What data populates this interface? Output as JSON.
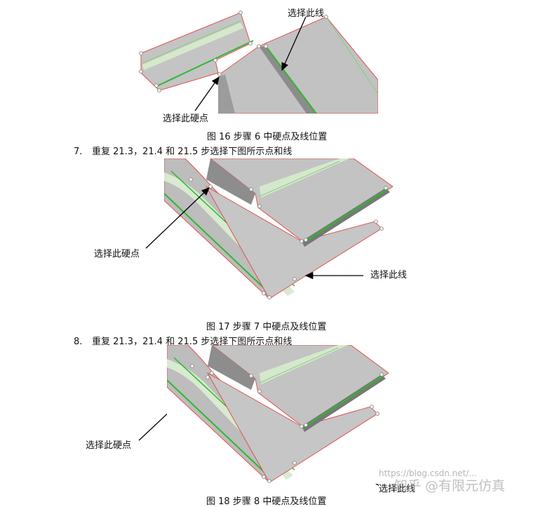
{
  "figures": [
    {
      "caption": "图 16  步骤 6 中硬点及线位置",
      "label_line": "选择此线",
      "label_point": "选择此硬点"
    },
    {
      "step_number": "7.",
      "step_text": "重复 21.3，21.4 和 21.5 步选择下图所示点和线",
      "caption": "图 17  步骤 7 中硬点及线位置",
      "label_point": "选择此硬点",
      "label_line": "选择此线"
    },
    {
      "step_number": "8.",
      "step_text": "重复 21.3，21.4 和 21.5 步选择下图所示点和线",
      "caption": "图 18  步骤 8 中硬点及线位置",
      "label_point": "选择此硬点",
      "label_line": "选择此线"
    }
  ],
  "watermark": {
    "brand": "知乎 @有限元仿真",
    "url": "https://blog.csdn.net/..."
  },
  "colors": {
    "surface": "#c3c3c3",
    "surface_dark": "#8f8f8f",
    "edge_red": "#e05050",
    "line_green": "#2db82d",
    "strip_light": "#d8ecd0"
  }
}
